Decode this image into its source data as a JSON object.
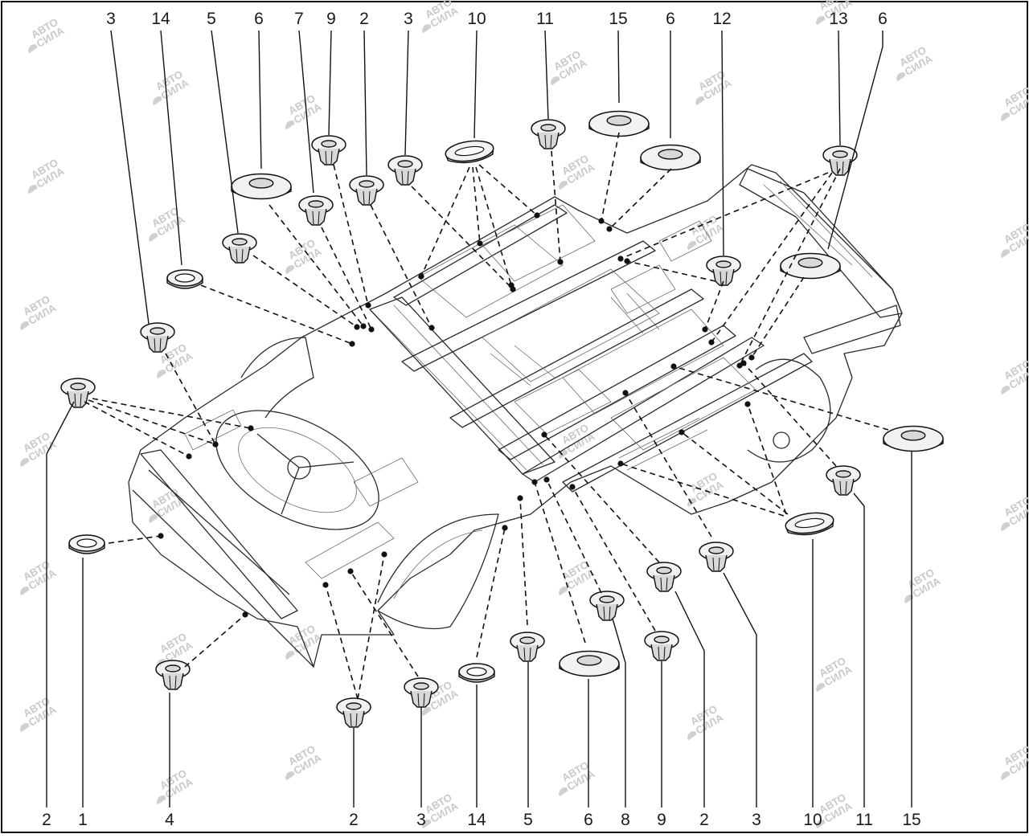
{
  "callouts_top": [
    "3",
    "14",
    "5",
    "6",
    "7",
    "9",
    "2",
    "3",
    "10",
    "11",
    "15",
    "6",
    "12",
    "13",
    "6"
  ],
  "callouts_bottom": [
    "2",
    "1",
    "4",
    "2",
    "3",
    "14",
    "5",
    "6",
    "8",
    "9",
    "2",
    "3",
    "10",
    "11",
    "15"
  ],
  "watermark": {
    "line1": "АВТО",
    "line2": "СИЛА"
  },
  "colors": {
    "ink": "#111111",
    "body": "#2a2a2a",
    "watermark": "#c9c9c9",
    "background": "#ffffff"
  }
}
